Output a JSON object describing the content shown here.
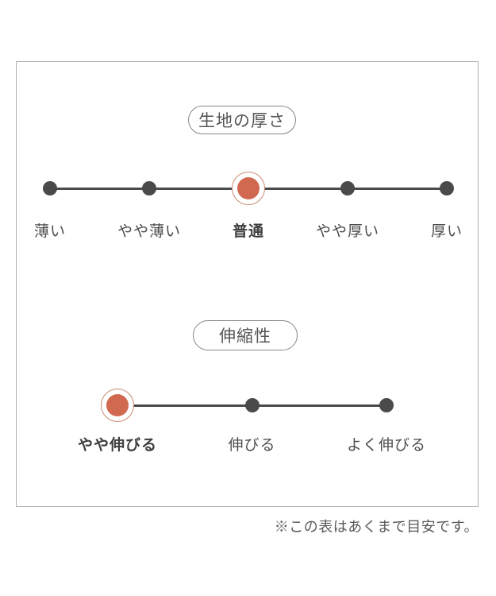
{
  "footnote": "※この表はあくまで目安です。",
  "colors": {
    "text": "#4d4d4d",
    "track": "#4a4a4a",
    "accent": "#d0694f",
    "accent_ring": "#c98a72",
    "frame_border": "#b0b0b0",
    "pill_border": "#878787"
  },
  "chart_data": [
    {
      "type": "scale",
      "title": "生地の厚さ",
      "categories": [
        "薄い",
        "やや薄い",
        "普通",
        "やや厚い",
        "厚い"
      ],
      "selected": "普通",
      "selected_index": 2,
      "num_levels": 5
    },
    {
      "type": "scale",
      "title": "伸縮性",
      "categories": [
        "やや伸びる",
        "伸びる",
        "よく伸びる"
      ],
      "selected": "やや伸びる",
      "selected_index": 0,
      "num_levels": 3
    }
  ]
}
